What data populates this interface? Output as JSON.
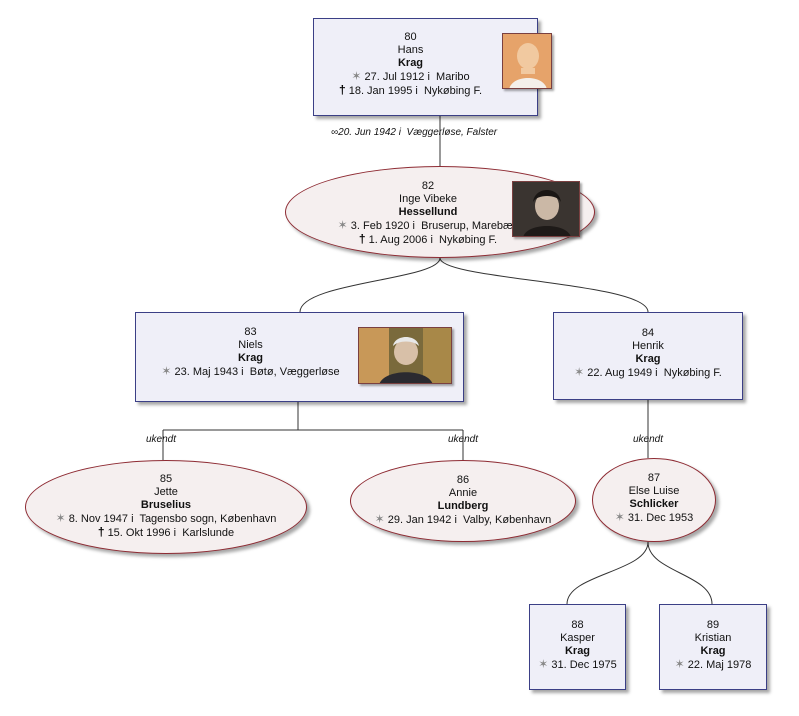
{
  "people": {
    "p80": {
      "id": "80",
      "given": "Hans",
      "surname": "Krag",
      "born_date": "27. Jul 1912",
      "born_place": "Maribo",
      "died_date": "18. Jan 1995",
      "died_place": "Nykøbing F."
    },
    "p82": {
      "id": "82",
      "given": "Inge Vibeke",
      "surname": "Hessellund",
      "born_date": "3. Feb 1920",
      "born_place": "Bruserup, Marebæk",
      "died_date": "1. Aug 2006",
      "died_place": "Nykøbing F."
    },
    "p83": {
      "id": "83",
      "given": "Niels",
      "surname": "Krag",
      "born_date": "23. Maj 1943",
      "born_place": "Bøtø, Væggerløse"
    },
    "p84": {
      "id": "84",
      "given": "Henrik",
      "surname": "Krag",
      "born_date": "22. Aug 1949",
      "born_place": "Nykøbing F."
    },
    "p85": {
      "id": "85",
      "given": "Jette",
      "surname": "Bruselius",
      "born_date": "8. Nov 1947",
      "born_place": "Tagensbo sogn, København",
      "died_date": "15. Okt 1996",
      "died_place": "Karlslunde"
    },
    "p86": {
      "id": "86",
      "given": "Annie",
      "surname": "Lundberg",
      "born_date": "29. Jan 1942",
      "born_place": "Valby, København"
    },
    "p87": {
      "id": "87",
      "given": "Else Luise",
      "surname": "Schlicker",
      "born_date": "31. Dec 1953"
    },
    "p88": {
      "id": "88",
      "given": "Kasper",
      "surname": "Krag",
      "born_date": "31. Dec 1975"
    },
    "p89": {
      "id": "89",
      "given": "Kristian",
      "surname": "Krag",
      "born_date": "22. Maj 1978"
    }
  },
  "marriages": {
    "m80_82": {
      "symbol": "∞",
      "date": "20. Jun 1942",
      "place": "Væggerløse, Falster"
    },
    "m83_85": {
      "label": "ukendt"
    },
    "m83_86": {
      "label": "ukendt"
    },
    "m84_87": {
      "label": "ukendt"
    }
  },
  "symbols": {
    "born": "✶",
    "died": "†",
    "place_sep": " i  "
  },
  "colors": {
    "rect_fill": "#efeff8",
    "rect_border": "#3b3f86",
    "ellipse_fill": "#f5efef",
    "ellipse_border": "#8e2b33",
    "line": "#333333"
  },
  "icons": {
    "photo80": "portrait-photo",
    "photo82": "portrait-photo",
    "photo83": "portrait-photo"
  }
}
